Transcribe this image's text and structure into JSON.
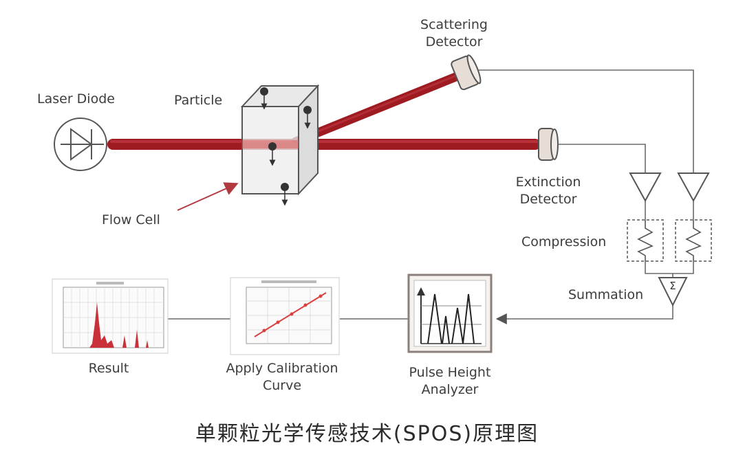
{
  "labels": {
    "laser_diode": "Laser Diode",
    "particle": "Particle",
    "scattering_detector": [
      "Scattering",
      "Detector"
    ],
    "extinction_detector": [
      "Extinction",
      "Detector"
    ],
    "flow_cell": "Flow Cell",
    "compression": "Compression",
    "summation": "Summation",
    "result": "Result",
    "apply_calibration_curve": [
      "Apply Calibration",
      "Curve"
    ],
    "pulse_height_analyzer": [
      "Pulse Height",
      "Analyzer"
    ]
  },
  "summation_symbol": "Σ",
  "caption": "单颗粒光学传感技术(SPOS)原理图",
  "colors": {
    "beam": "#9e1b22",
    "beam_highlight": "#c8404a",
    "line": "#6a6a6a",
    "arrow_flow": "#b03a40",
    "histogram": "#c9303a",
    "calibration": "#d94040"
  }
}
